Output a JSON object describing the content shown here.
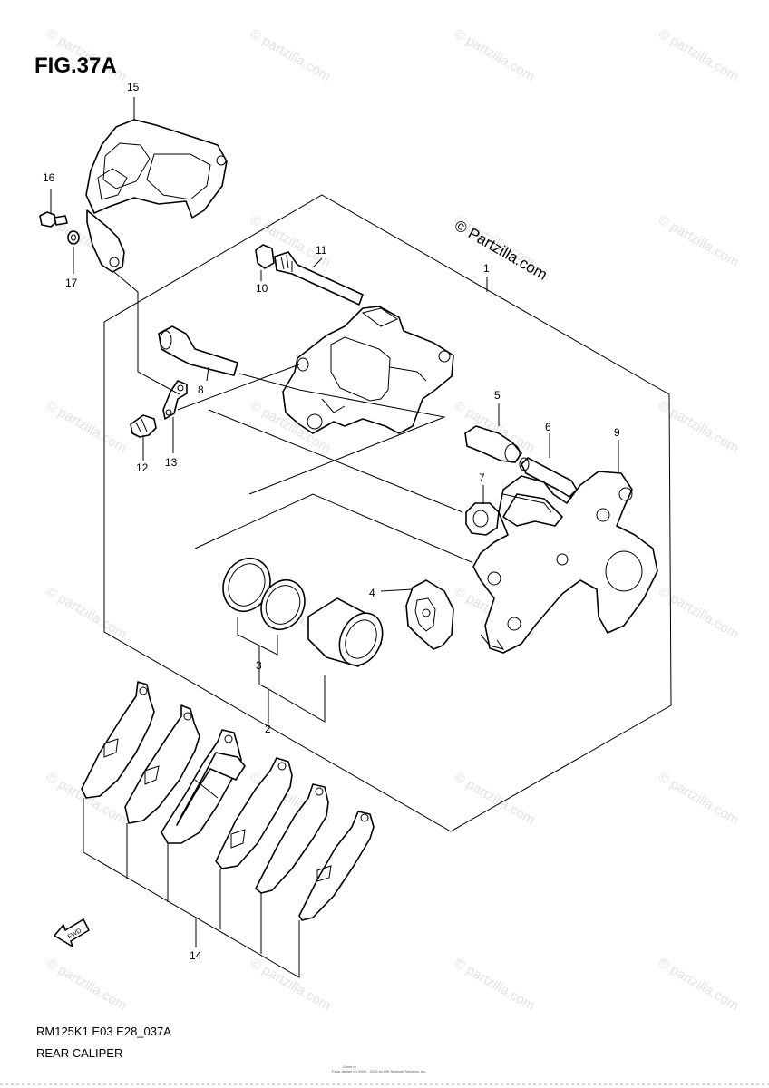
{
  "figure": {
    "title": "FIG.37A",
    "model_code": "RM125K1 E03 E28_037A",
    "section_name": "REAR CALIPER",
    "fwd_label": "FWD",
    "copyright_small": "Page design (c) 2004 - 2019 by ARI Network Services, Inc.",
    "copyright_top": "Zoom In"
  },
  "brand": {
    "main_watermark": "© Partzilla.com",
    "tiled_watermark": "© partzilla.com"
  },
  "callouts": [
    {
      "id": "1",
      "label": "1"
    },
    {
      "id": "2",
      "label": "2"
    },
    {
      "id": "3",
      "label": "3"
    },
    {
      "id": "4",
      "label": "4"
    },
    {
      "id": "5",
      "label": "5"
    },
    {
      "id": "6",
      "label": "6"
    },
    {
      "id": "7",
      "label": "7"
    },
    {
      "id": "8",
      "label": "8"
    },
    {
      "id": "9",
      "label": "9"
    },
    {
      "id": "10",
      "label": "10"
    },
    {
      "id": "11",
      "label": "11"
    },
    {
      "id": "12",
      "label": "12"
    },
    {
      "id": "13",
      "label": "13"
    },
    {
      "id": "14",
      "label": "14"
    },
    {
      "id": "15",
      "label": "15"
    },
    {
      "id": "16",
      "label": "16"
    },
    {
      "id": "17",
      "label": "17"
    }
  ]
}
